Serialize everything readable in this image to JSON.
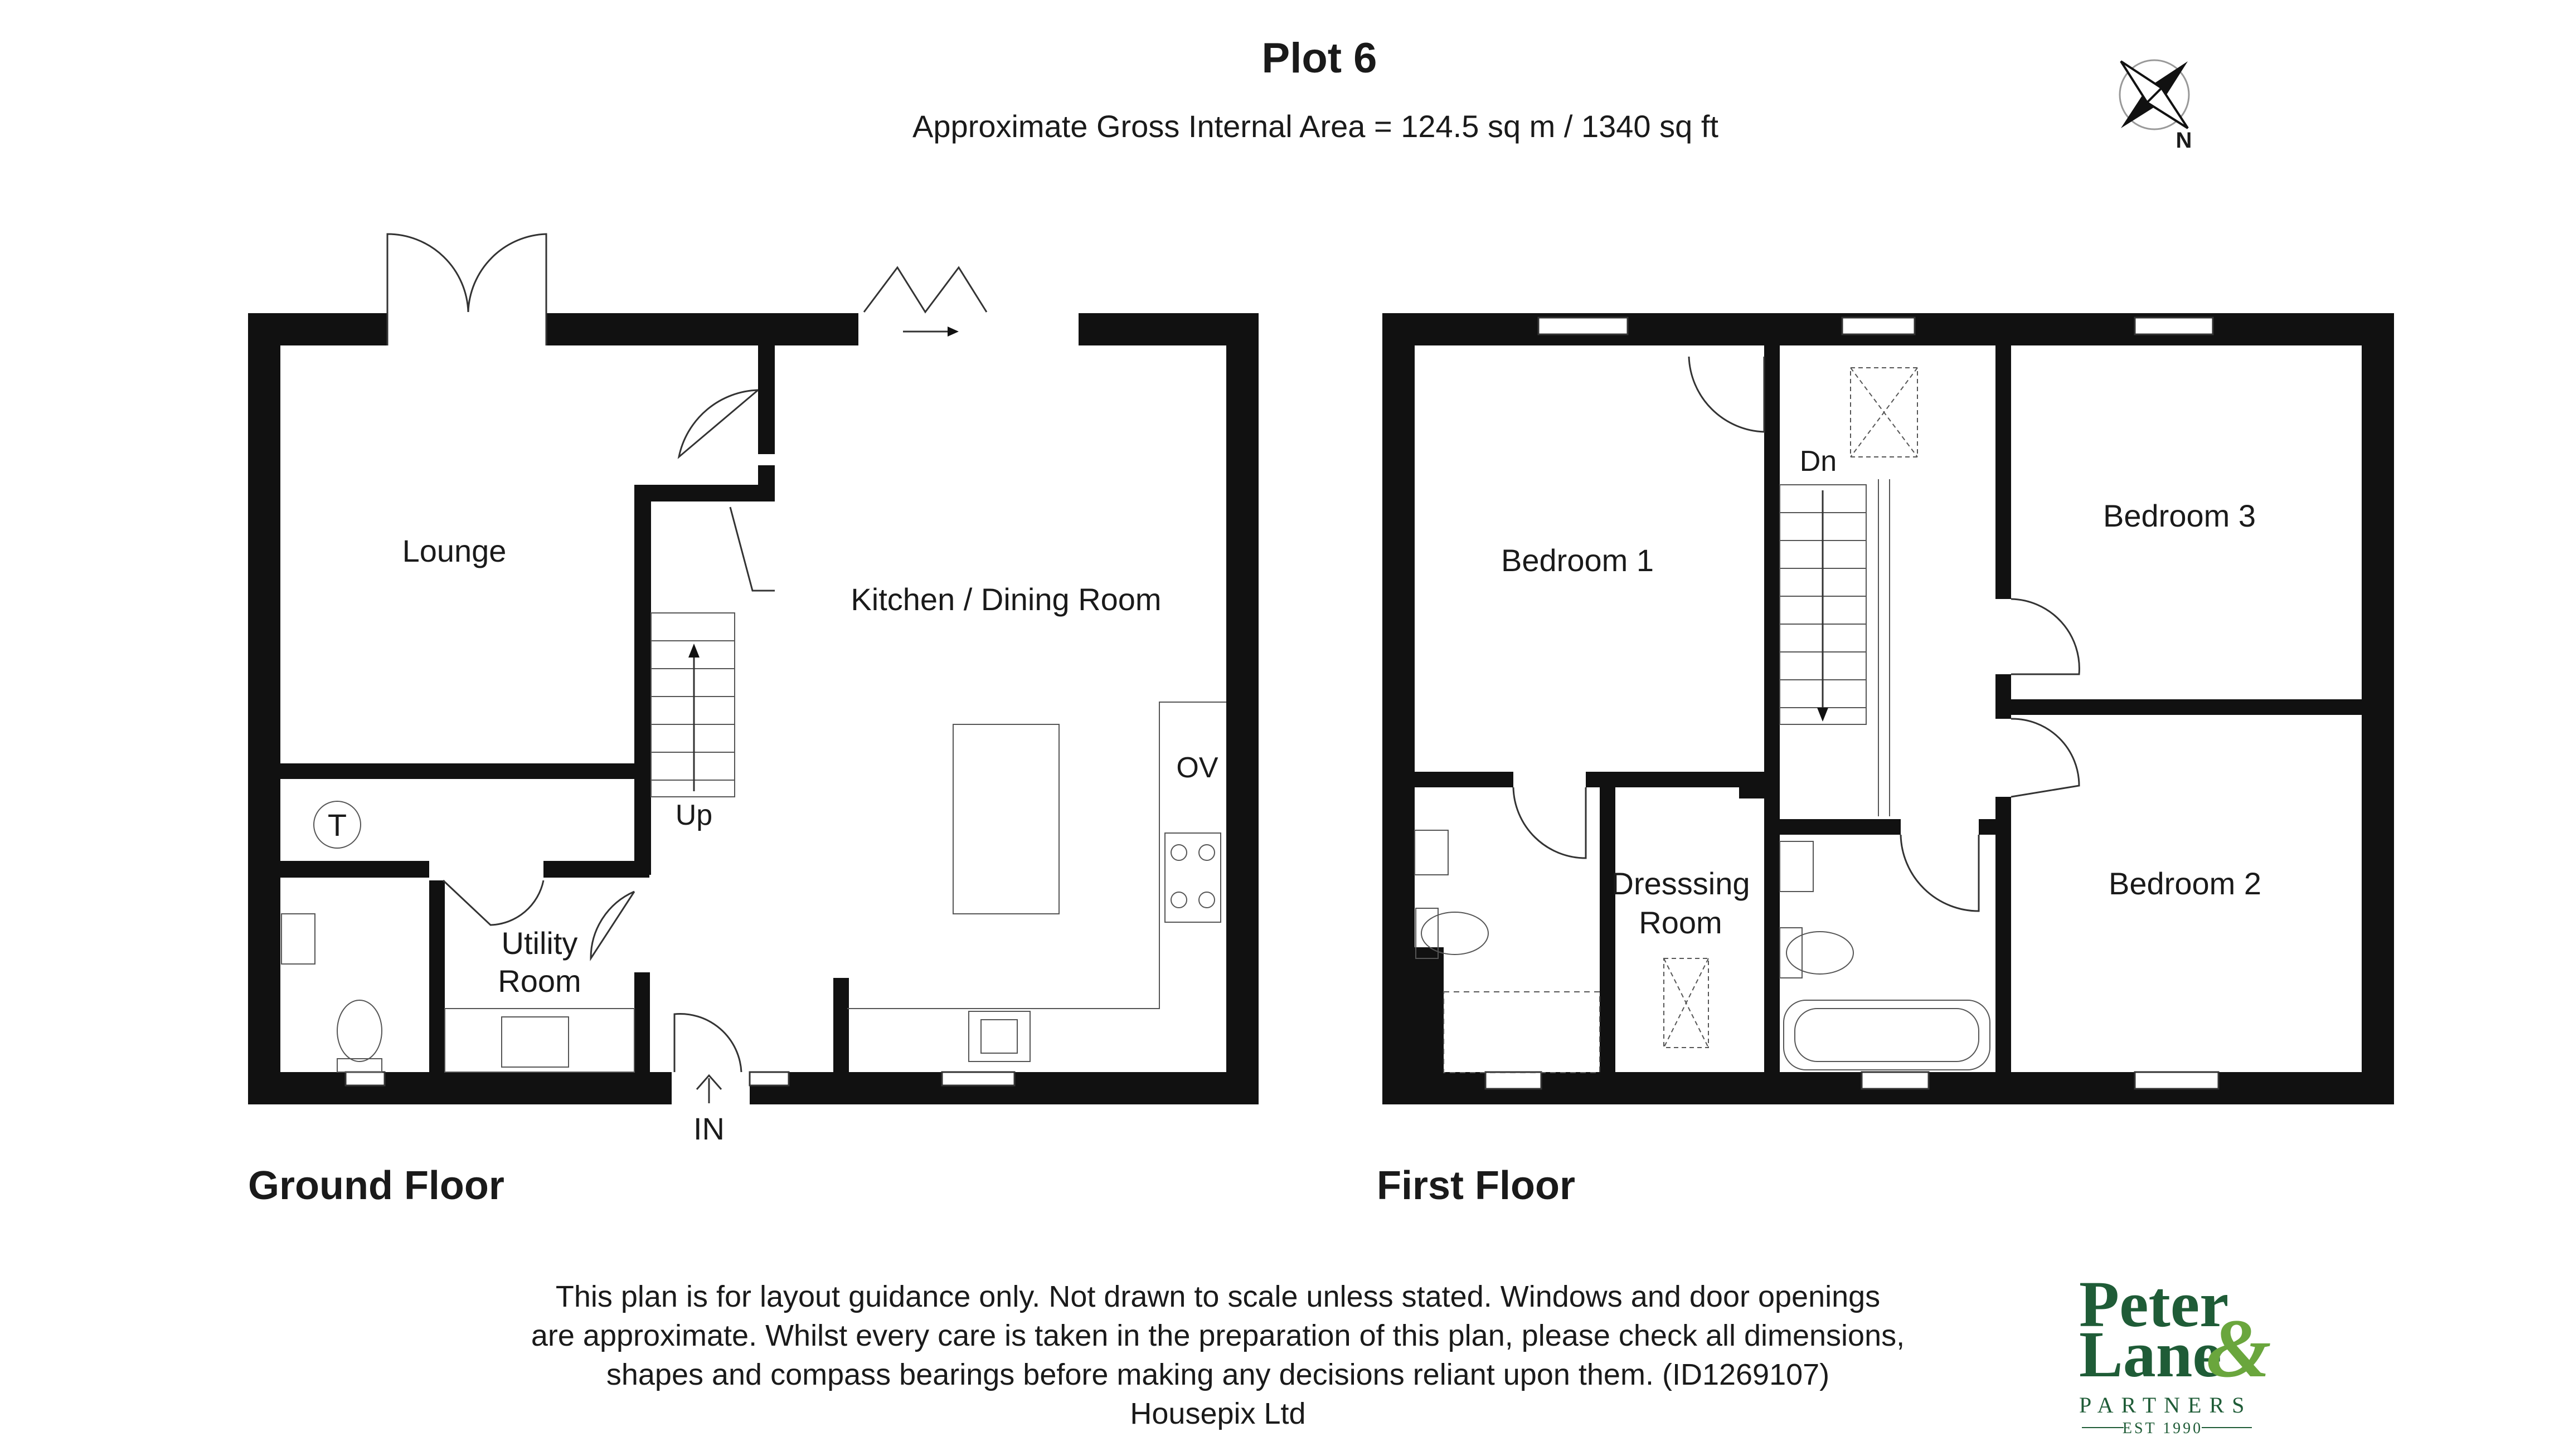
{
  "header": {
    "title": "Plot 6",
    "area": "Approximate Gross Internal Area = 124.5 sq m / 1340 sq ft"
  },
  "compass": {
    "label": "N"
  },
  "ground_floor": {
    "label": "Ground Floor",
    "rooms": {
      "lounge": "Lounge",
      "kitchen": "Kitchen / Dining Room",
      "utility_1": "Utility",
      "utility_2": "Room"
    },
    "marks": {
      "up": "Up",
      "entrance": "IN",
      "tank": "T",
      "oven": "OV"
    }
  },
  "first_floor": {
    "label": "First Floor",
    "rooms": {
      "bedroom1": "Bedroom 1",
      "bedroom2": "Bedroom 2",
      "bedroom3": "Bedroom 3",
      "dressing_1": "Dresssing",
      "dressing_2": "Room"
    },
    "marks": {
      "down": "Dn"
    }
  },
  "disclaimer": [
    "This plan is for layout guidance only. Not drawn to scale unless stated. Windows and door openings",
    "are approximate. Whilst every care is taken in the preparation of this plan, please check all dimensions,",
    "shapes and compass bearings before making any decisions reliant upon them. (ID1269107)",
    "Housepix Ltd"
  ],
  "logo": {
    "name_1": "Peter",
    "name_2": "Lane",
    "ampersand": "&",
    "partners": "PARTNERS",
    "est": "EST 1990",
    "brand_color": "#1f5c37",
    "accent_color": "#6aa63d"
  }
}
